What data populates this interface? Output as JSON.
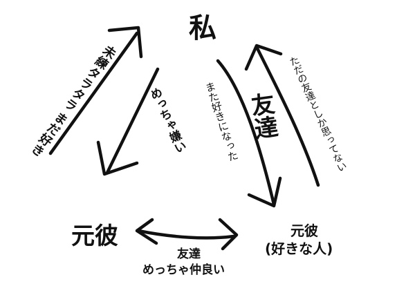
{
  "nodes": {
    "me": "私",
    "ex": "元彼",
    "ex_crush_line1": "元彼",
    "ex_crush_line2": "(好きな人)"
  },
  "labels": {
    "unrequited_col1": "未練タラタラ",
    "unrequited_col2": "まだ好き",
    "dislike": "めっちゃ嫌い",
    "still_like": "また好きになった",
    "friends_big": "友達",
    "just_friend": "ただの友達としか思ってない",
    "bottom_line1": "友達",
    "bottom_line2": "めっちゃ仲良い"
  },
  "colors": {
    "ink": "#111111",
    "background": "#ffffff"
  }
}
